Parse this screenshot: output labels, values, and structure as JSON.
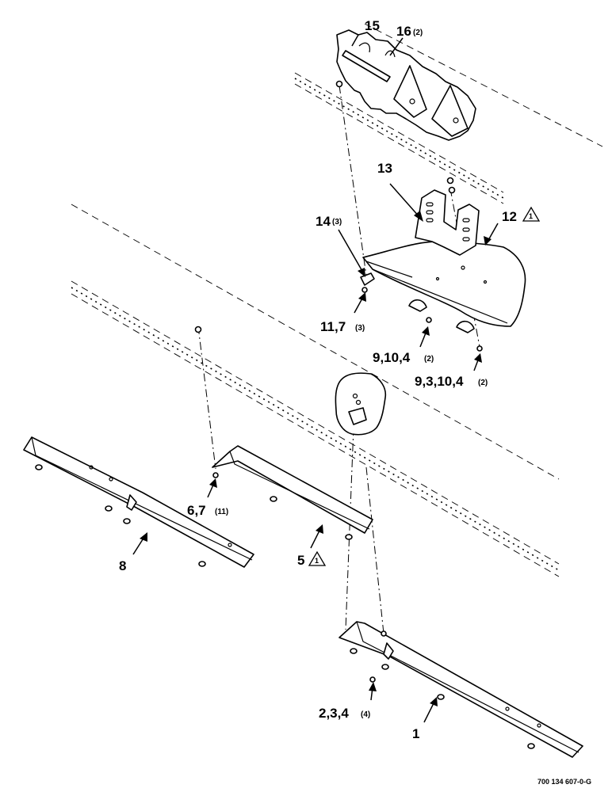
{
  "diagram": {
    "callouts": {
      "c15": {
        "num": "15",
        "qty": ""
      },
      "c16": {
        "num": "16",
        "qty": "(2)"
      },
      "c13": {
        "num": "13",
        "qty": ""
      },
      "c12": {
        "num": "12",
        "qty": "",
        "note": "1"
      },
      "c14": {
        "num": "14",
        "qty": "(3)"
      },
      "c11_7": {
        "num": "11,7",
        "qty": "(3)"
      },
      "c9_10_4": {
        "num": "9,10,4",
        "qty": "(2)"
      },
      "c9_3_10_4": {
        "num": "9,3,10,4",
        "qty": "(2)"
      },
      "c6_7": {
        "num": "6,7",
        "qty": "(11)"
      },
      "c8": {
        "num": "8",
        "qty": ""
      },
      "c5": {
        "num": "5",
        "qty": "",
        "note": "1"
      },
      "c2_3_4": {
        "num": "2,3,4",
        "qty": "(4)"
      },
      "c1": {
        "num": "1",
        "qty": ""
      }
    },
    "drawing_number": "700 134 607-0-G"
  }
}
